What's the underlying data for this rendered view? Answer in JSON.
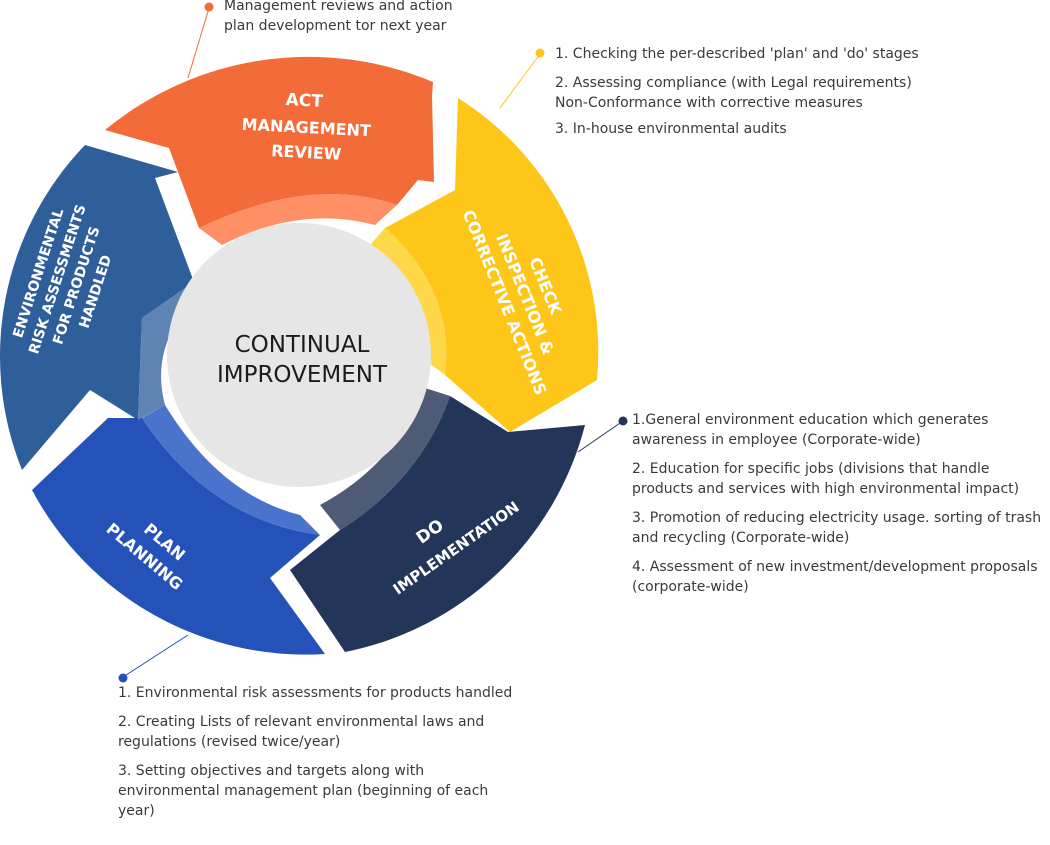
{
  "center": {
    "line1": "CONTINUAL",
    "line2": "IMPROVEMENT"
  },
  "colors": {
    "act": "#f26b38",
    "check": "#ffc61a",
    "do": "#233559",
    "plan": "#2452b8",
    "assess": "#2f5f9a",
    "center_fill": "#e6e6e6"
  },
  "segments": {
    "act": {
      "line1": "ACT",
      "line2": "MANAGEMENT",
      "line3": "REVIEW"
    },
    "check": {
      "line1": "CHECK",
      "line2": "INSPECTION &",
      "line3": "CORRECTIVE ACTIONS"
    },
    "do": {
      "line1": "DO",
      "line2": "IMPLEMENTATION"
    },
    "plan": {
      "line1": "PLAN",
      "line2": "PLANNING"
    },
    "assess": {
      "line1": "ENVIRONMENTAL",
      "line2": "RISK ASSESSMENTS",
      "line3": "FOR PRODUCTS",
      "line4": "HANDLED"
    }
  },
  "notes": {
    "act": [
      "Management reviews and action",
      "plan development tor next year"
    ],
    "check": [
      "1. Checking the per-described 'plan' and 'do' stages",
      "2. Assessing compliance (with Legal requirements)",
      "Non-Conformance with corrective measures",
      "3. In-house environmental audits"
    ],
    "do": [
      "1.General environment education which generates awareness in employee (Corporate-wide)",
      "2. Education for specific jobs (divisions that handle products and services with high environmental impact)",
      "3. Promotion of reducing electricity usage. sorting of trash and recycling (Corporate-wide)",
      "4. Assessment of new investment/development proposals (corporate-wide)"
    ],
    "plan": [
      "1. Environmental risk assessments for products handled",
      "2. Creating Lists of relevant environmental laws and regulations (revised twice/year)",
      "3. Setting objectives and targets along with environmental management plan (beginning of each year)"
    ]
  }
}
